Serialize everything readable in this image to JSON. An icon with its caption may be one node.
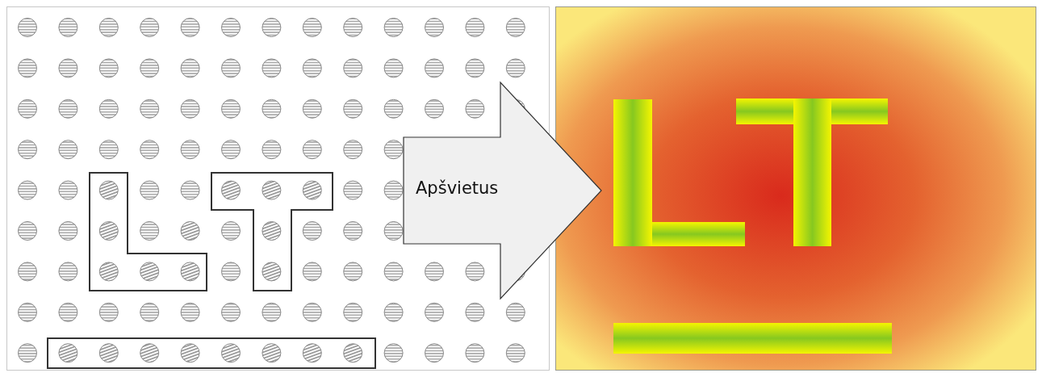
{
  "diagram": {
    "nodes": [
      {
        "text": [],
        "shape": "box"
      },
      {
        "text": [],
        "shape": "picture"
      }
    ],
    "edges": [
      {
        "from": 0,
        "to": 1,
        "arrow": "to",
        "label": "Apšvietus"
      }
    ]
  }
}
